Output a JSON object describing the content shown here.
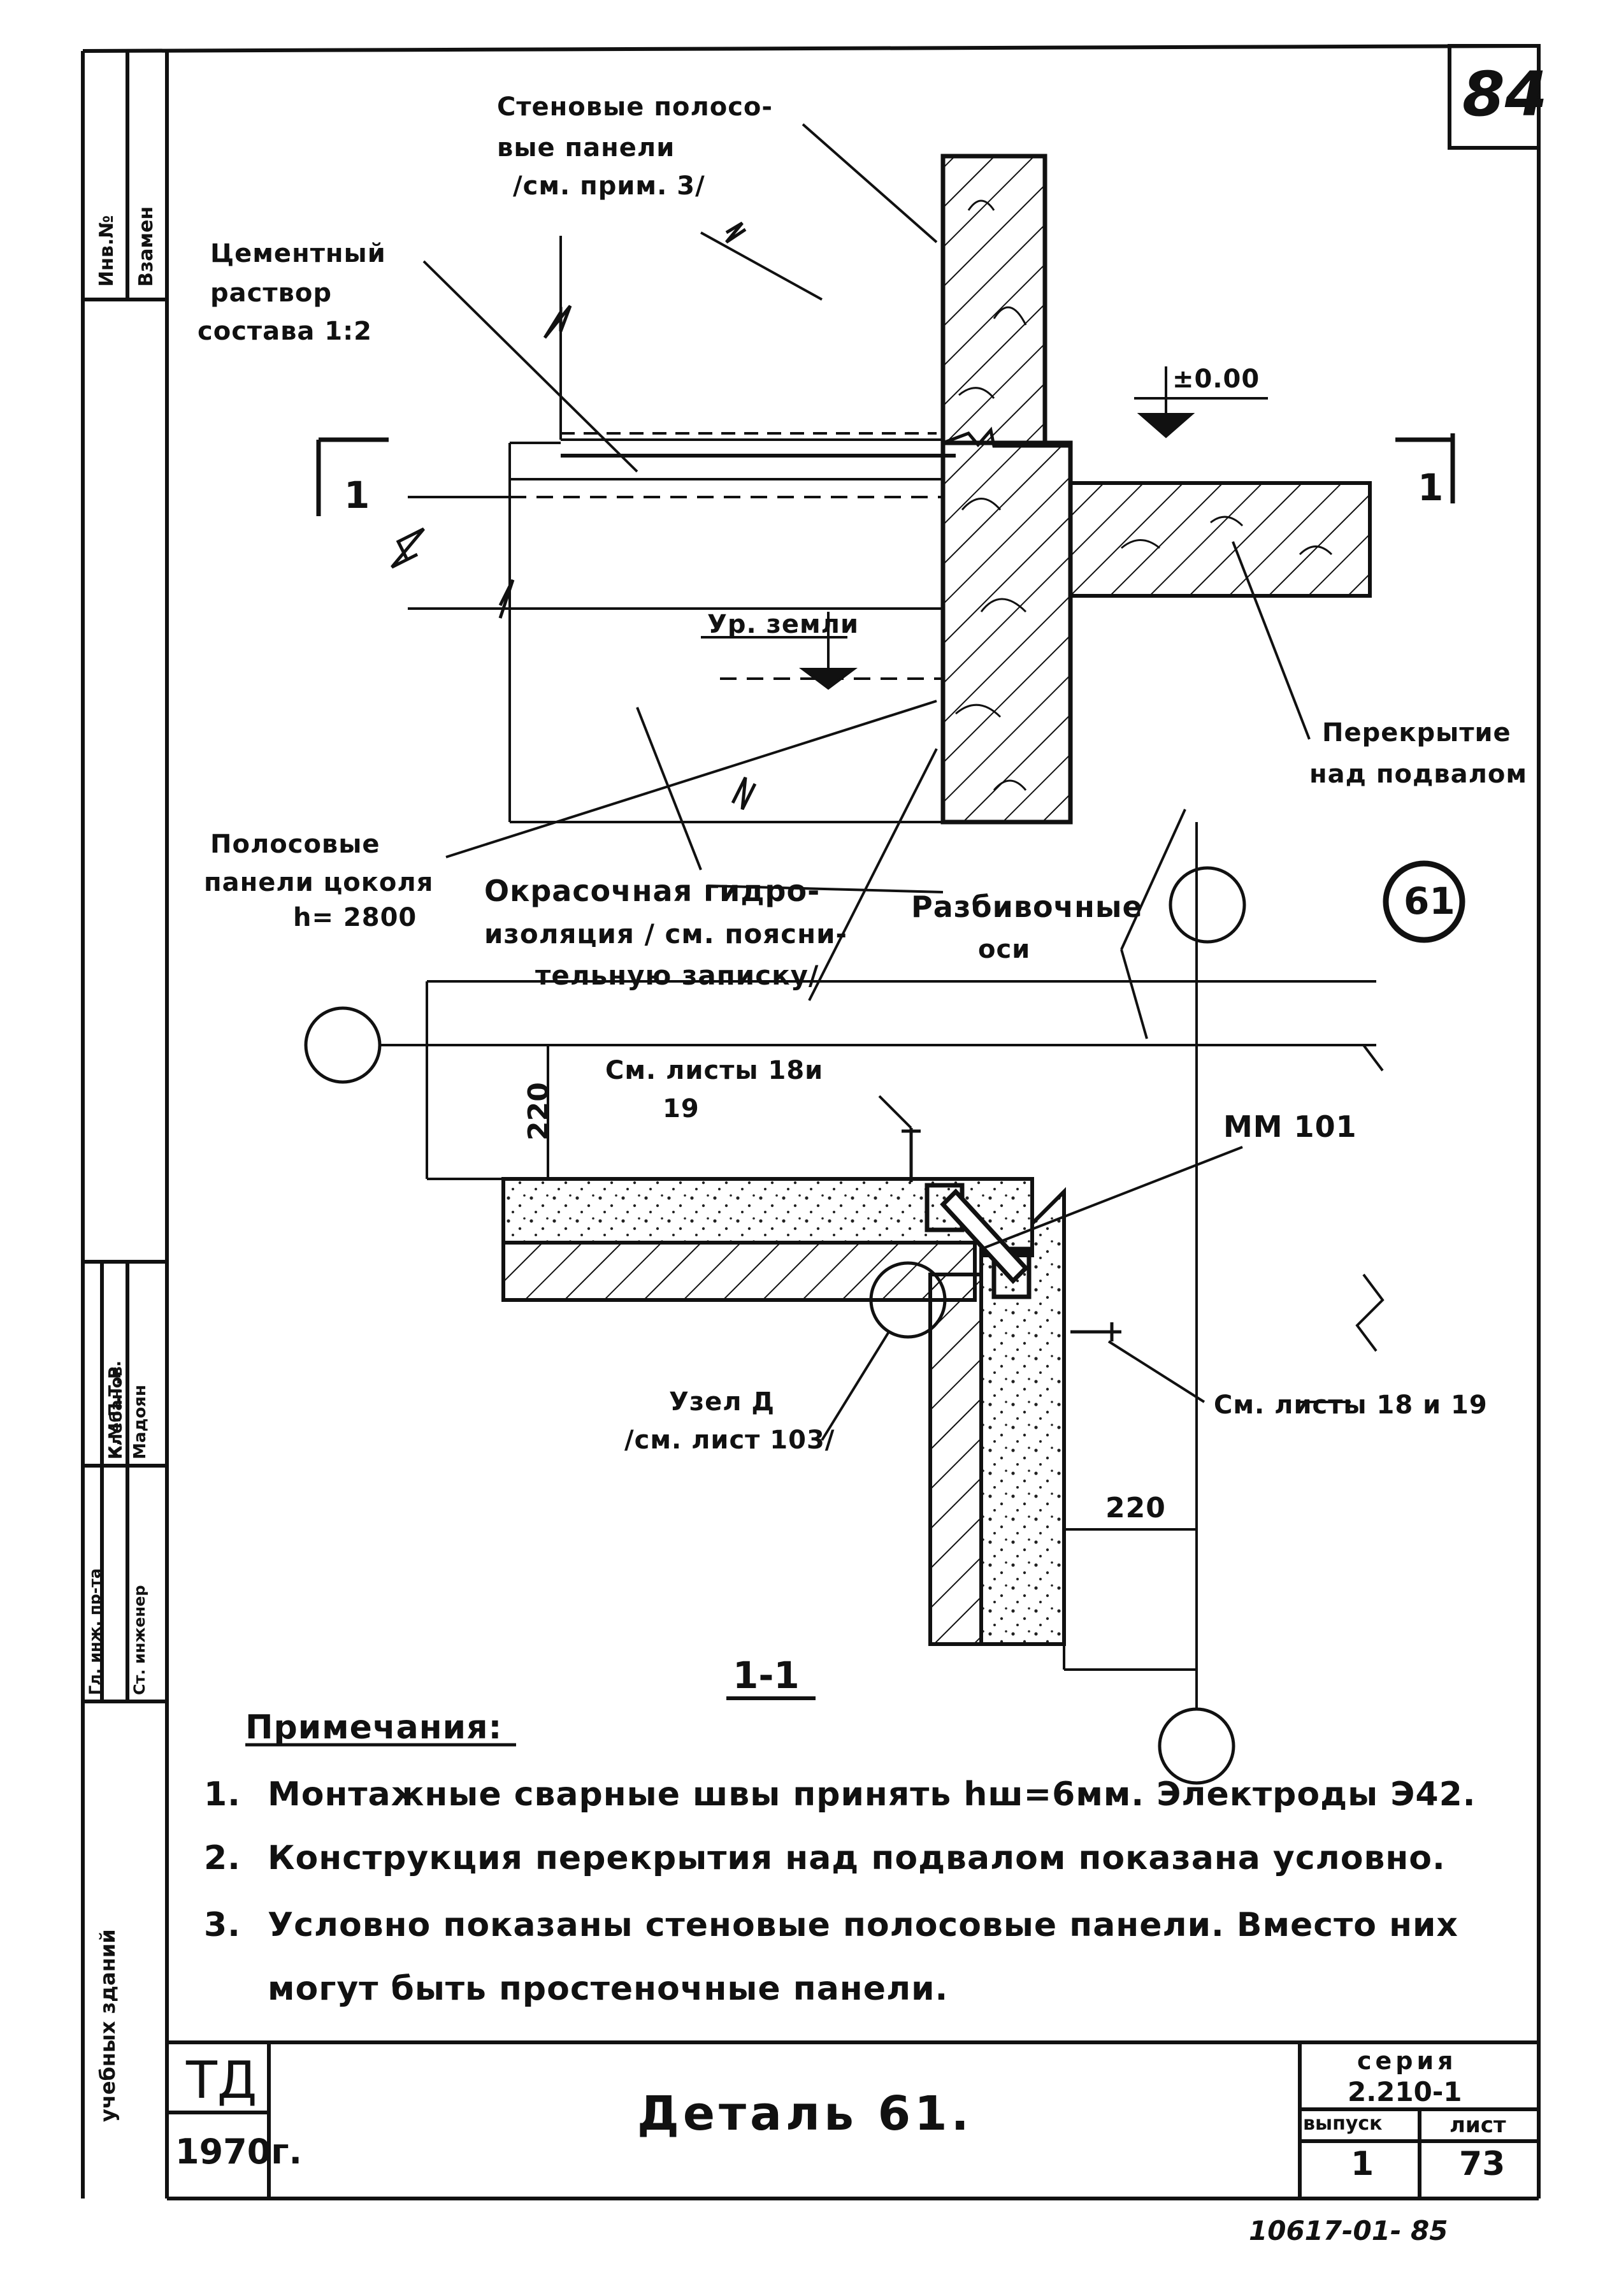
{
  "sheet": {
    "page_number": "84",
    "stamp": "10617-01- 85"
  },
  "section_view": {
    "label_wall_panels": [
      "Стеновые полосо-",
      "вые панели",
      "/см. прим. 3/"
    ],
    "label_cement_mortar": [
      "Цементный",
      "раствор",
      "состава 1:2"
    ],
    "label_level_zero": "±0.00",
    "label_ground_level": "Ур. земли",
    "label_floor_over_basement": [
      "Перекрытие",
      "над подвалом"
    ],
    "label_plinth_panels": [
      "Полосовые",
      "панели цоколя",
      "h= 2800"
    ],
    "label_waterproofing": [
      "Окрасочная гидро-",
      "изоляция / см. поясни-",
      "тельную записку/"
    ],
    "label_axes": [
      "Разбивочные",
      "оси"
    ],
    "section_mark": "1",
    "detail_mark": "61"
  },
  "plan_view": {
    "dim_top": "220",
    "dim_right": "220",
    "label_see_sheets_top": [
      "См. листы 18и",
      "19"
    ],
    "label_embedded_part": "ММ 101",
    "label_see_sheets_right": "См. листы 18 и 19",
    "label_node": [
      "Узел Д",
      "/см. лист 103/"
    ],
    "section_title": "1-1"
  },
  "notes": {
    "heading": "Примечания:",
    "items": [
      {
        "num": "1.",
        "text": "Монтажные сварные швы принять  hш=6мм.   Электроды Э42."
      },
      {
        "num": "2.",
        "text": "Конструкция перекрытия над подвалом показана условно."
      },
      {
        "num": "3.",
        "text": "Условно показаны стеновые полосовые панели. Вместо них"
      },
      {
        "num": "",
        "text": "могут быть простеночные панели."
      }
    ]
  },
  "margin": {
    "inv_no": "Инв.№",
    "replaced": "Взамен",
    "building_type": "учебных зданий",
    "staff": [
      {
        "role": "Гл. инж. пр-та",
        "name": "Клебанов"
      },
      {
        "role": "Ст. инженер",
        "name": "Мадоян"
      }
    ],
    "top_label": "К.М.П.Т.Р."
  },
  "title_block": {
    "org": "ТД",
    "year": "1970г.",
    "title": "Деталь 61.",
    "series_label": "серия",
    "series_value": "2.210-1",
    "issue_label": "выпуск",
    "issue_value": "1",
    "sheet_label": "лист",
    "sheet_value": "73"
  }
}
